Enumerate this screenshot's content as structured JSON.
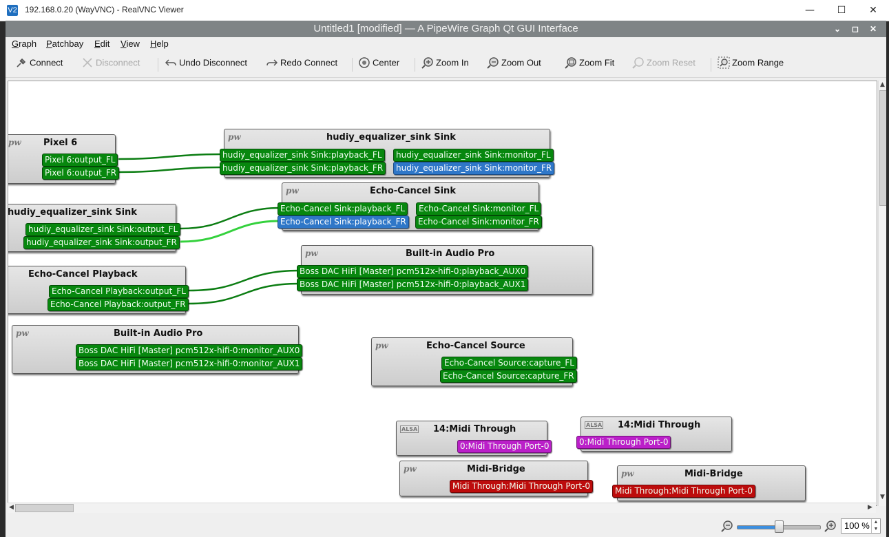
{
  "window": {
    "title": "192.168.0.20 (WayVNC) - RealVNC Viewer",
    "minimize": "—",
    "maximize": "☐",
    "close": "✕"
  },
  "app": {
    "title": "Untitled1 [modified] — A PipeWire Graph Qt GUI Interface",
    "title_buttons": [
      "⌄",
      "◻",
      "✕"
    ]
  },
  "menu": [
    {
      "first": "G",
      "rest": "raph"
    },
    {
      "first": "P",
      "rest": "atchbay"
    },
    {
      "first": "E",
      "rest": "dit"
    },
    {
      "first": "V",
      "rest": "iew"
    },
    {
      "first": "H",
      "rest": "elp"
    }
  ],
  "toolbar": {
    "connect": "Connect",
    "disconnect": "Disconnect",
    "undo": "Undo Disconnect",
    "redo": "Redo Connect",
    "center": "Center",
    "zoom_in": "Zoom In",
    "zoom_out": "Zoom Out",
    "zoom_fit": "Zoom Fit",
    "zoom_reset": "Zoom Reset",
    "zoom_range": "Zoom Range"
  },
  "nodes": {
    "pixel6": {
      "title": "Pixel 6",
      "ports": [
        "Pixel 6:output_FL",
        "Pixel 6:output_FR"
      ]
    },
    "eq_sink": {
      "title": "hudiy_equalizer_sink Sink",
      "in_ports": [
        "hudiy_equalizer_sink Sink:playback_FL",
        "hudiy_equalizer_sink Sink:playback_FR"
      ],
      "out_ports": [
        "hudiy_equalizer_sink Sink:monitor_FL",
        "hudiy_equalizer_sink Sink:monitor_FR"
      ]
    },
    "eq_source": {
      "title": "hudiy_equalizer_sink Sink",
      "ports": [
        "hudiy_equalizer_sink Sink:output_FL",
        "hudiy_equalizer_sink Sink:output_FR"
      ]
    },
    "ec_sink": {
      "title": "Echo-Cancel Sink",
      "in_ports": [
        "Echo-Cancel Sink:playback_FL",
        "Echo-Cancel Sink:playback_FR"
      ],
      "out_ports": [
        "Echo-Cancel Sink:monitor_FL",
        "Echo-Cancel Sink:monitor_FR"
      ]
    },
    "ec_playback": {
      "title": "Echo-Cancel Playback",
      "ports": [
        "Echo-Cancel Playback:output_FL",
        "Echo-Cancel Playback:output_FR"
      ]
    },
    "audio_pro_in": {
      "title": "Built-in Audio Pro",
      "ports": [
        "Boss DAC HiFi [Master] pcm512x-hifi-0:playback_AUX0",
        "Boss DAC HiFi [Master] pcm512x-hifi-0:playback_AUX1"
      ]
    },
    "audio_pro_mon": {
      "title": "Built-in Audio Pro",
      "ports": [
        "Boss DAC HiFi [Master] pcm512x-hifi-0:monitor_AUX0",
        "Boss DAC HiFi [Master] pcm512x-hifi-0:monitor_AUX1"
      ]
    },
    "ec_source": {
      "title": "Echo-Cancel Source",
      "ports": [
        "Echo-Cancel Source:capture_FL",
        "Echo-Cancel Source:capture_FR"
      ]
    },
    "midi_through_a": {
      "title": "14:Midi Through",
      "ports": [
        "0:Midi Through Port-0"
      ]
    },
    "midi_through_b": {
      "title": "14:Midi Through",
      "ports": [
        "0:Midi Through Port-0"
      ]
    },
    "midi_bridge_a": {
      "title": "Midi-Bridge",
      "ports": [
        "Midi Through:Midi Through Port-0"
      ]
    },
    "midi_bridge_b": {
      "title": "Midi-Bridge",
      "ports": [
        "Midi Through:Midi Through Port-0"
      ]
    }
  },
  "node_badge": {
    "pw": "pw",
    "alsa": "ALSA"
  },
  "status": {
    "zoom_value": "100 %",
    "zoom_level": 0.5
  },
  "colors": {
    "audio_port": "#07870e",
    "selected_port": "#2f77c8",
    "midi_port": "#bb1fc9",
    "bridge_port": "#bd0c0c",
    "wire": "#0b7d12",
    "wire_highlight": "#34d13d"
  }
}
